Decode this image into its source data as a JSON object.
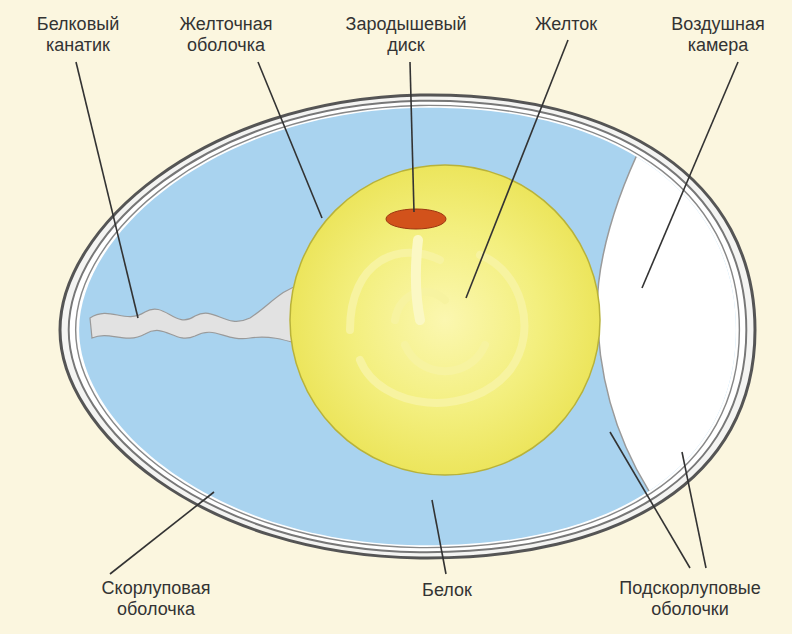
{
  "diagram": {
    "labels": [
      "Белковый канатик",
      "Желточная оболочка",
      "Зародышевый диск",
      "Желток",
      "Воздушная камера",
      "Скорлуповая оболочка",
      "Белок",
      "Подскорлуповые оболочки"
    ]
  }
}
